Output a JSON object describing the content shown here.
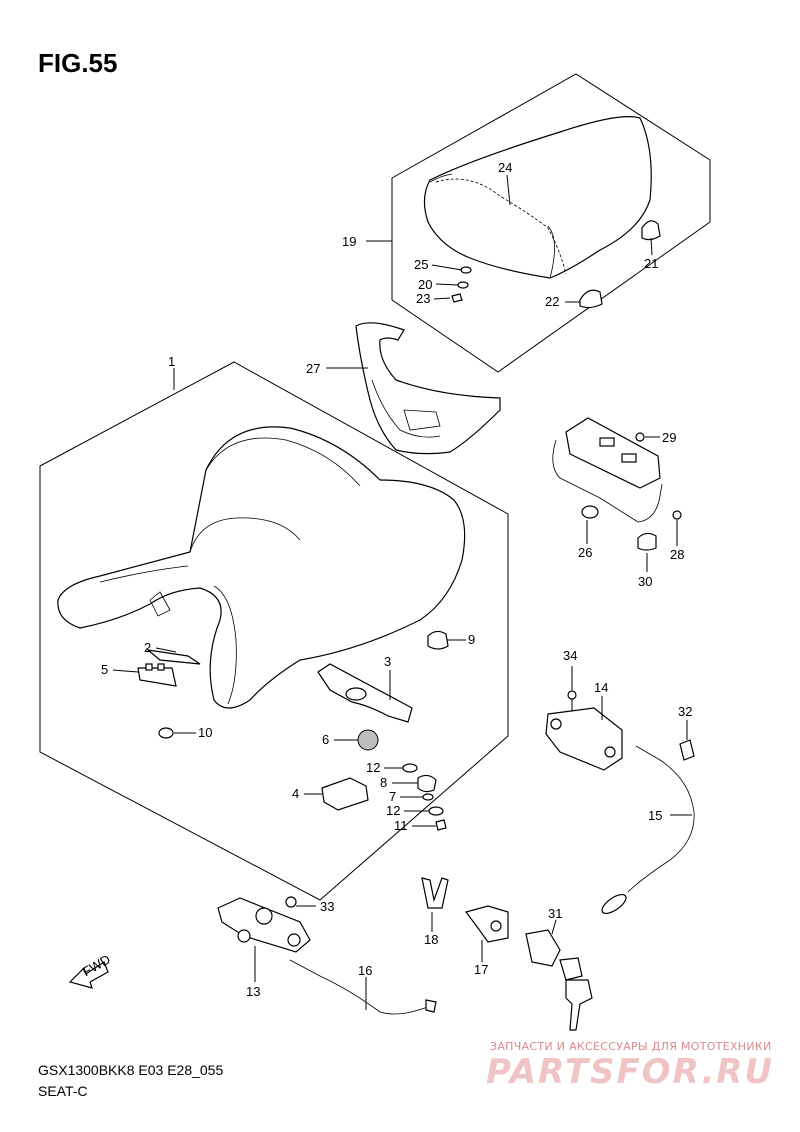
{
  "figure": {
    "title": "FIG.55",
    "model_code": "GSX1300BKK8 E03 E28_055",
    "section_name": "SEAT-C"
  },
  "watermark": {
    "tagline": "ЗАПЧАСТИ И АКСЕССУАРЫ ДЛЯ МОТОТЕХНИКИ",
    "brand": "PARTSFOR.RU"
  },
  "direction_marker": "FWD",
  "callouts": {
    "p1": "1",
    "p2": "2",
    "p3": "3",
    "p4": "4",
    "p5": "5",
    "p6": "6",
    "p7": "7",
    "p8": "8",
    "p9": "9",
    "p10": "10",
    "p11": "11",
    "p12a": "12",
    "p12b": "12",
    "p13": "13",
    "p14": "14",
    "p15": "15",
    "p16": "16",
    "p17": "17",
    "p18": "18",
    "p19": "19",
    "p20": "20",
    "p21": "21",
    "p22": "22",
    "p23": "23",
    "p24": "24",
    "p25": "25",
    "p26": "26",
    "p27": "27",
    "p28": "28",
    "p29": "29",
    "p30": "30",
    "p31": "31",
    "p32": "32",
    "p33": "33",
    "p34": "34"
  }
}
